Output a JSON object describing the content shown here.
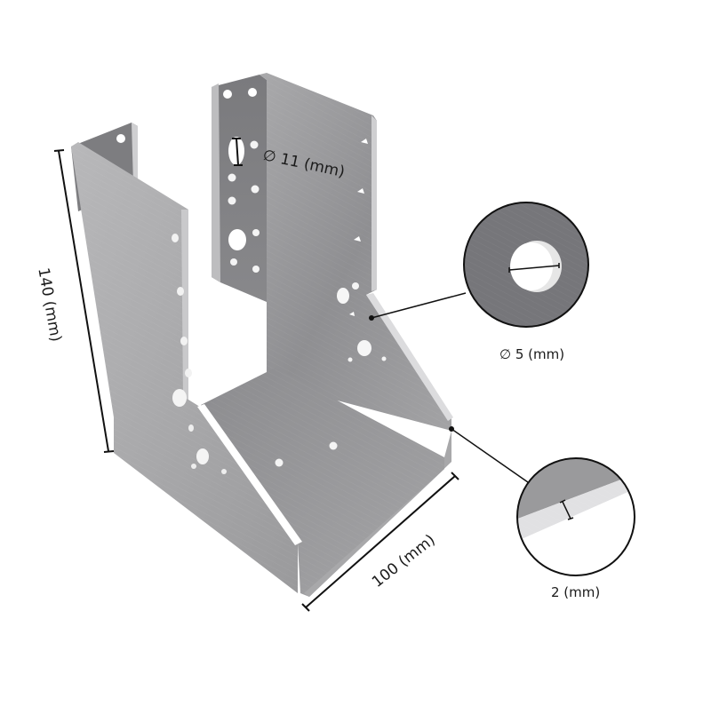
{
  "figure": {
    "subject": "Galvanized steel joist hanger bracket (U-shaped, with perforated flanges)",
    "colors": {
      "background": "#ffffff",
      "metal_light": "#b4b4b6",
      "metal_mid": "#9e9ea0",
      "metal_dark": "#7d7d80",
      "metal_edge": "#d6d6d8",
      "dimension_line": "#111111"
    }
  },
  "dimensions": {
    "height": {
      "label": "140 (mm)",
      "value": 140,
      "unit": "mm"
    },
    "width": {
      "label": "100 (mm)",
      "value": 100,
      "unit": "mm"
    },
    "large_hole": {
      "label": "∅ 11 (mm)",
      "value": 11,
      "unit": "mm"
    },
    "small_hole": {
      "label": "∅ 5 (mm)",
      "value": 5,
      "unit": "mm"
    },
    "thickness": {
      "label": "2 (mm)",
      "value": 2,
      "unit": "mm"
    }
  },
  "callouts": [
    {
      "name": "small-hole-detail",
      "caption": "∅ 5 (mm)"
    },
    {
      "name": "thickness-detail",
      "caption": "2 (mm)"
    }
  ]
}
